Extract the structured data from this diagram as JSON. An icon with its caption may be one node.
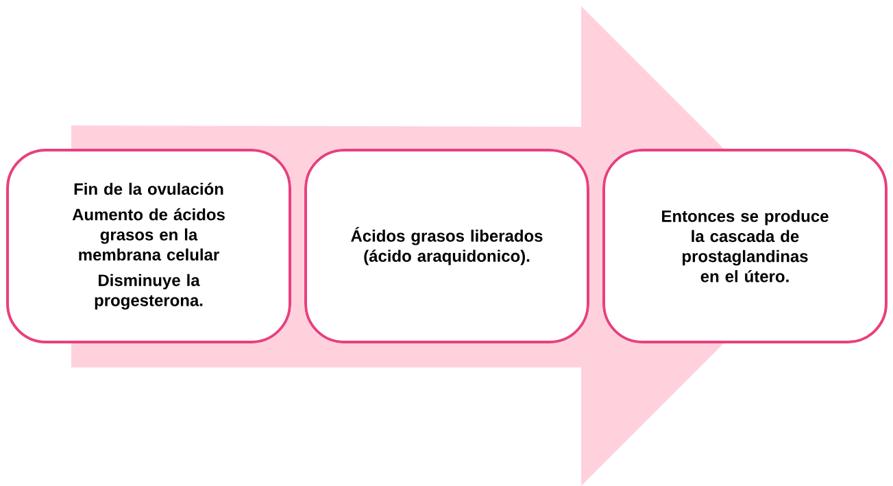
{
  "diagram": {
    "nodes": [
      {
        "text": [
          "Fin de la ovulación",
          "Aumento de ácidos grasos en la membrana celular",
          "Disminuye la progesterona."
        ]
      },
      {
        "text": [
          "Ácidos grasos liberados (ácido araquidonico)."
        ]
      },
      {
        "text": [
          "Entonces se produce la cascada de prostaglandinas en el útero."
        ]
      }
    ],
    "edges": [
      {
        "from": 0,
        "to": 2,
        "arrow": "to"
      }
    ]
  }
}
